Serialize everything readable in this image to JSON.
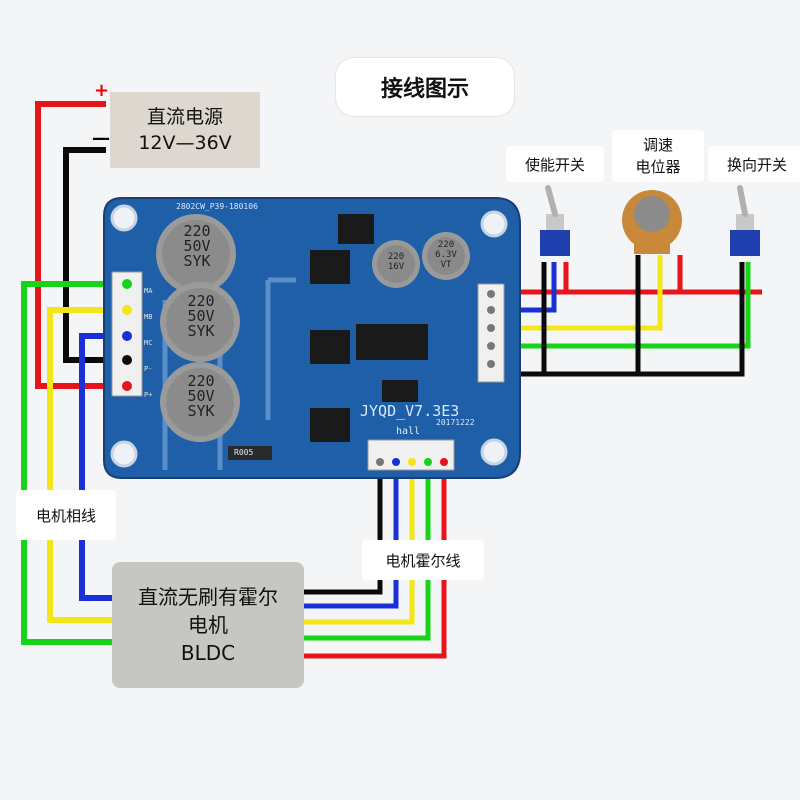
{
  "title": "接线图示",
  "power_supply": {
    "line1": "直流电源",
    "line2": "12V—36V",
    "plus": "+",
    "minus": "—"
  },
  "motor": {
    "line1": "直流无刷有霍尔",
    "line2": "电机",
    "line3": "BLDC"
  },
  "labels": {
    "phase_wires": "电机相线",
    "hall_wires": "电机霍尔线",
    "enable_switch": "使能开关",
    "speed_pot_line1": "调速",
    "speed_pot_line2": "电位器",
    "direction_switch": "换向开关"
  },
  "board": {
    "model": "JYQD_V7.3E3",
    "date": "20171222",
    "top_code": "2802CW_P39-180106",
    "hall_label": "hall",
    "resistor": "R005",
    "cap_large": [
      "220",
      "50V",
      "SYK"
    ],
    "cap_small_1": [
      "220",
      "16V"
    ],
    "cap_small_2": [
      "220",
      "6.3V",
      "VT"
    ],
    "terminal_labels": [
      "MA",
      "MB",
      "MC",
      "P-",
      "P+"
    ]
  },
  "colors": {
    "red": "#e8141c",
    "black": "#0a0a0a",
    "blue": "#1a2fd6",
    "yellow": "#f3e615",
    "green": "#18d418",
    "pcb": "#1e5fa8"
  }
}
